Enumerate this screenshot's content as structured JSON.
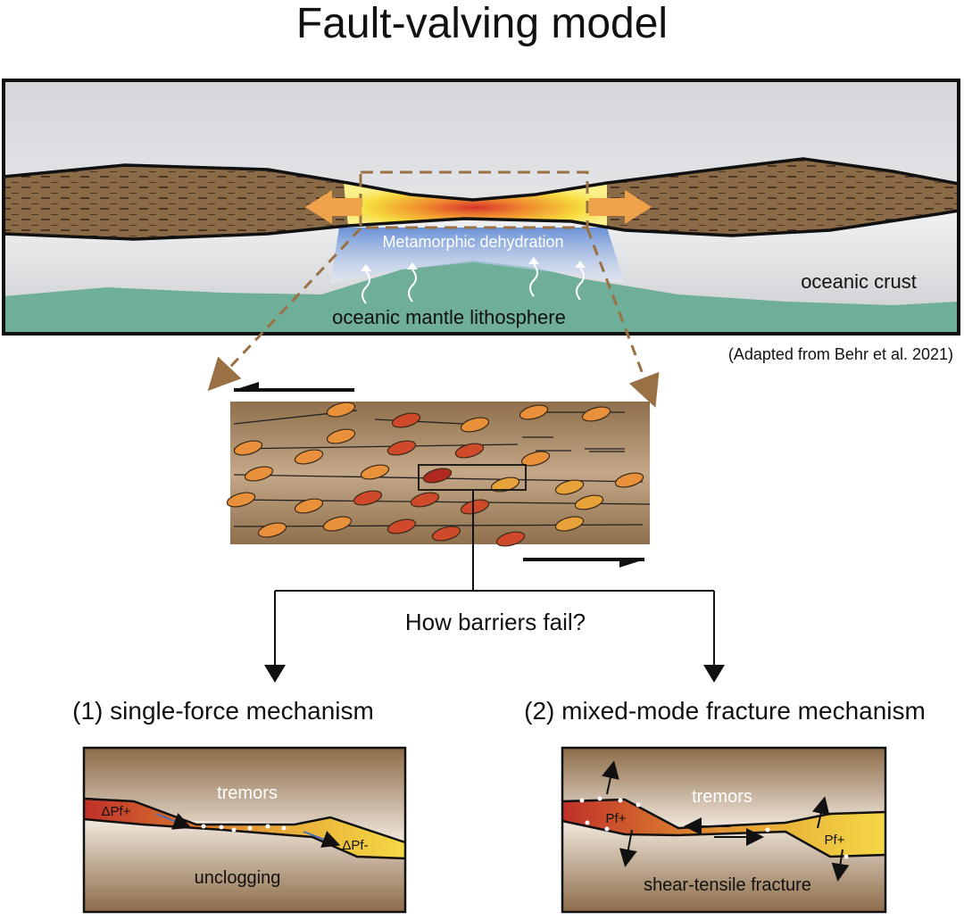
{
  "title": "Fault-valving model",
  "top_panel": {
    "label_dehydration": "Metamorphic dehydration",
    "label_crust": "oceanic crust",
    "label_mantle": "oceanic mantle lithosphere"
  },
  "citation": "(Adapted from Behr et al. 2021)",
  "question": "How barriers fail?",
  "mechanism_1": {
    "heading": "(1) single-force mechanism",
    "label_top": "tremors",
    "label_bottom": "unclogging",
    "label_left": "ΔPf+",
    "label_right": "ΔPf-"
  },
  "mechanism_2": {
    "heading": "(2) mixed-mode fracture mechanism",
    "label_top": "tremors",
    "label_bottom": "shear-tensile fracture",
    "label_left": "Pf+",
    "label_right": "Pf+"
  },
  "colors": {
    "brown": "#8b6a48",
    "brown_light": "#c9ae8e",
    "fluid_red": "#c8392b",
    "fluid_yellow": "#f4d23a",
    "arrow_orange": "#f0a24a",
    "teal": "#6fae98",
    "lens_orange": "#e8903a",
    "lens_red": "#cf4a2a"
  }
}
